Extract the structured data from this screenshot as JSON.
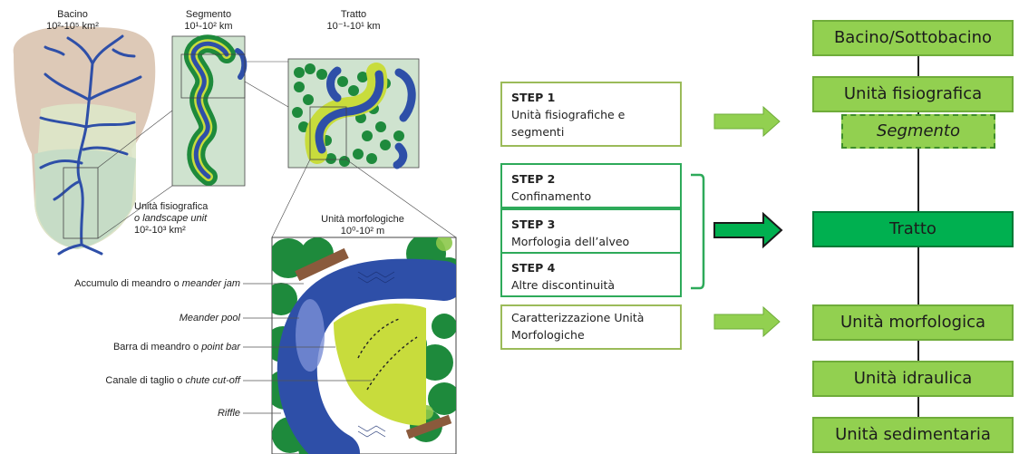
{
  "left_diagram": {
    "bacino": {
      "title": "Bacino",
      "scale": "10²-10⁵ km²"
    },
    "segmento": {
      "title": "Segmento",
      "scale": "10¹-10² km"
    },
    "tratto": {
      "title": "Tratto",
      "scale": "10⁻¹-10¹ km"
    },
    "unita_fisiografica": {
      "line1": "Unità fisiografica",
      "line2_prefix": "o ",
      "line2_italic": "landscape unit",
      "scale": "10²-10³ km²"
    },
    "unita_morfologiche": {
      "title": "Unità morfologiche",
      "scale": "10⁰-10² m"
    },
    "labels": [
      {
        "text": "Accumulo di meandro o ",
        "italic": "meander jam"
      },
      {
        "text": "",
        "italic": "Meander pool"
      },
      {
        "text": "Barra di meandro o ",
        "italic": "point bar"
      },
      {
        "text": "Canale di taglio o ",
        "italic": "chute cut-off"
      },
      {
        "text": "",
        "italic": "Riffle"
      }
    ]
  },
  "steps": [
    {
      "label": "STEP 1",
      "text": "Unità fisiografiche e segmenti"
    },
    {
      "label": "STEP 2",
      "text": "Confinamento"
    },
    {
      "label": "STEP 3",
      "text": "Morfologia dell’alveo"
    },
    {
      "label": "STEP 4",
      "text": "Altre discontinuità"
    },
    {
      "label": "",
      "text": "Caratterizzazione Unità Morfologiche"
    }
  ],
  "hierarchy": [
    "Bacino/Sottobacino",
    "Unità fisiografica",
    "Segmento",
    "Tratto",
    "Unità morfologica",
    "Unità idraulica",
    "Unità sedimentaria"
  ],
  "colors": {
    "light_green": "#92d050",
    "dark_green": "#00b050",
    "river_blue": "#2e4fa8",
    "vegetation": "#1e8a3c"
  }
}
